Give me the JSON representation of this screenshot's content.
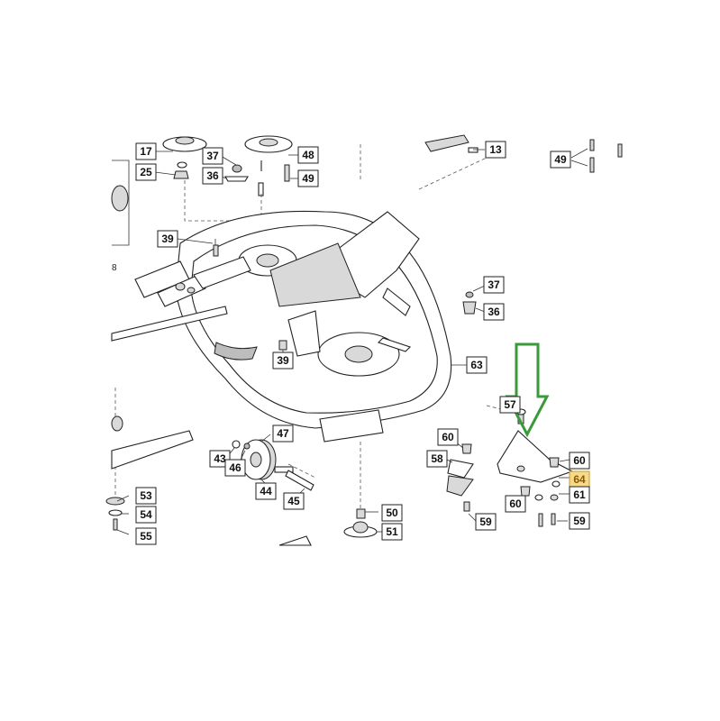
{
  "diagram": {
    "callouts": [
      {
        "id": "c17",
        "label": "17"
      },
      {
        "id": "c25",
        "label": "25"
      },
      {
        "id": "c37a",
        "label": "37"
      },
      {
        "id": "c36a",
        "label": "36"
      },
      {
        "id": "c48",
        "label": "48"
      },
      {
        "id": "c49a",
        "label": "49"
      },
      {
        "id": "c13",
        "label": "13"
      },
      {
        "id": "c49b",
        "label": "49"
      },
      {
        "id": "c39a",
        "label": "39"
      },
      {
        "id": "c37b",
        "label": "37"
      },
      {
        "id": "c36b",
        "label": "36"
      },
      {
        "id": "c39b",
        "label": "39"
      },
      {
        "id": "c63",
        "label": "63"
      },
      {
        "id": "c57",
        "label": "57"
      },
      {
        "id": "c47",
        "label": "47"
      },
      {
        "id": "c43",
        "label": "43"
      },
      {
        "id": "c46",
        "label": "46"
      },
      {
        "id": "c44",
        "label": "44"
      },
      {
        "id": "c45",
        "label": "45"
      },
      {
        "id": "c60a",
        "label": "60"
      },
      {
        "id": "c58",
        "label": "58"
      },
      {
        "id": "c60b",
        "label": "60"
      },
      {
        "id": "c64",
        "label": "64",
        "highlight": true
      },
      {
        "id": "c61",
        "label": "61"
      },
      {
        "id": "c60c",
        "label": "60"
      },
      {
        "id": "c59a",
        "label": "59"
      },
      {
        "id": "c59b",
        "label": "59"
      },
      {
        "id": "c53",
        "label": "53"
      },
      {
        "id": "c54",
        "label": "54"
      },
      {
        "id": "c55",
        "label": "55"
      },
      {
        "id": "c50",
        "label": "50"
      },
      {
        "id": "c51",
        "label": "51"
      }
    ],
    "arrow_color": "#3a9a3a",
    "highlight_color": "#f7d98a",
    "highlighted_part": "64"
  }
}
